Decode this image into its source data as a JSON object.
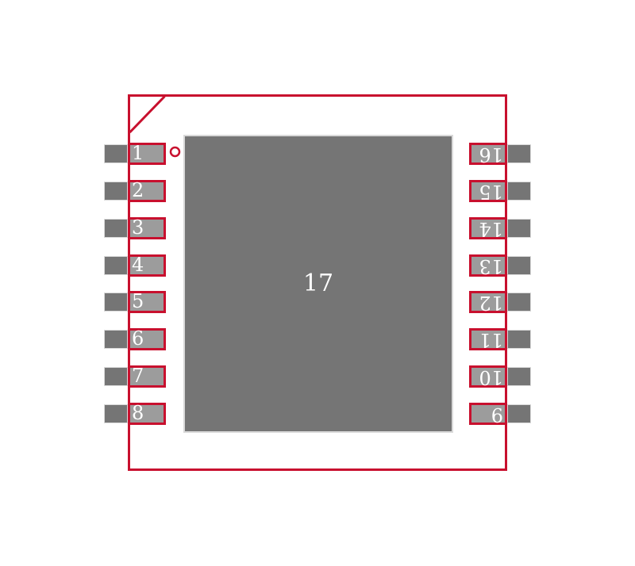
{
  "figure": {
    "type": "ic-footprint-land-pattern",
    "center_pad_label": "17",
    "left_pins": [
      "1",
      "2",
      "3",
      "4",
      "5",
      "6",
      "7",
      "8"
    ],
    "right_pins_top_to_bottom": [
      "16",
      "15",
      "14",
      "13",
      "12",
      "11",
      "10",
      "9"
    ],
    "pin1_marker": "circle-icon",
    "pin1_corner": "chamfer"
  },
  "colors": {
    "outline-red": "#C8102E",
    "pad-dark": "#757575",
    "pad-light": "#9C9C9C",
    "pad-edge-light": "#D9D9D9",
    "label-white": "#FFFFFF",
    "background": "#FFFFFF"
  }
}
